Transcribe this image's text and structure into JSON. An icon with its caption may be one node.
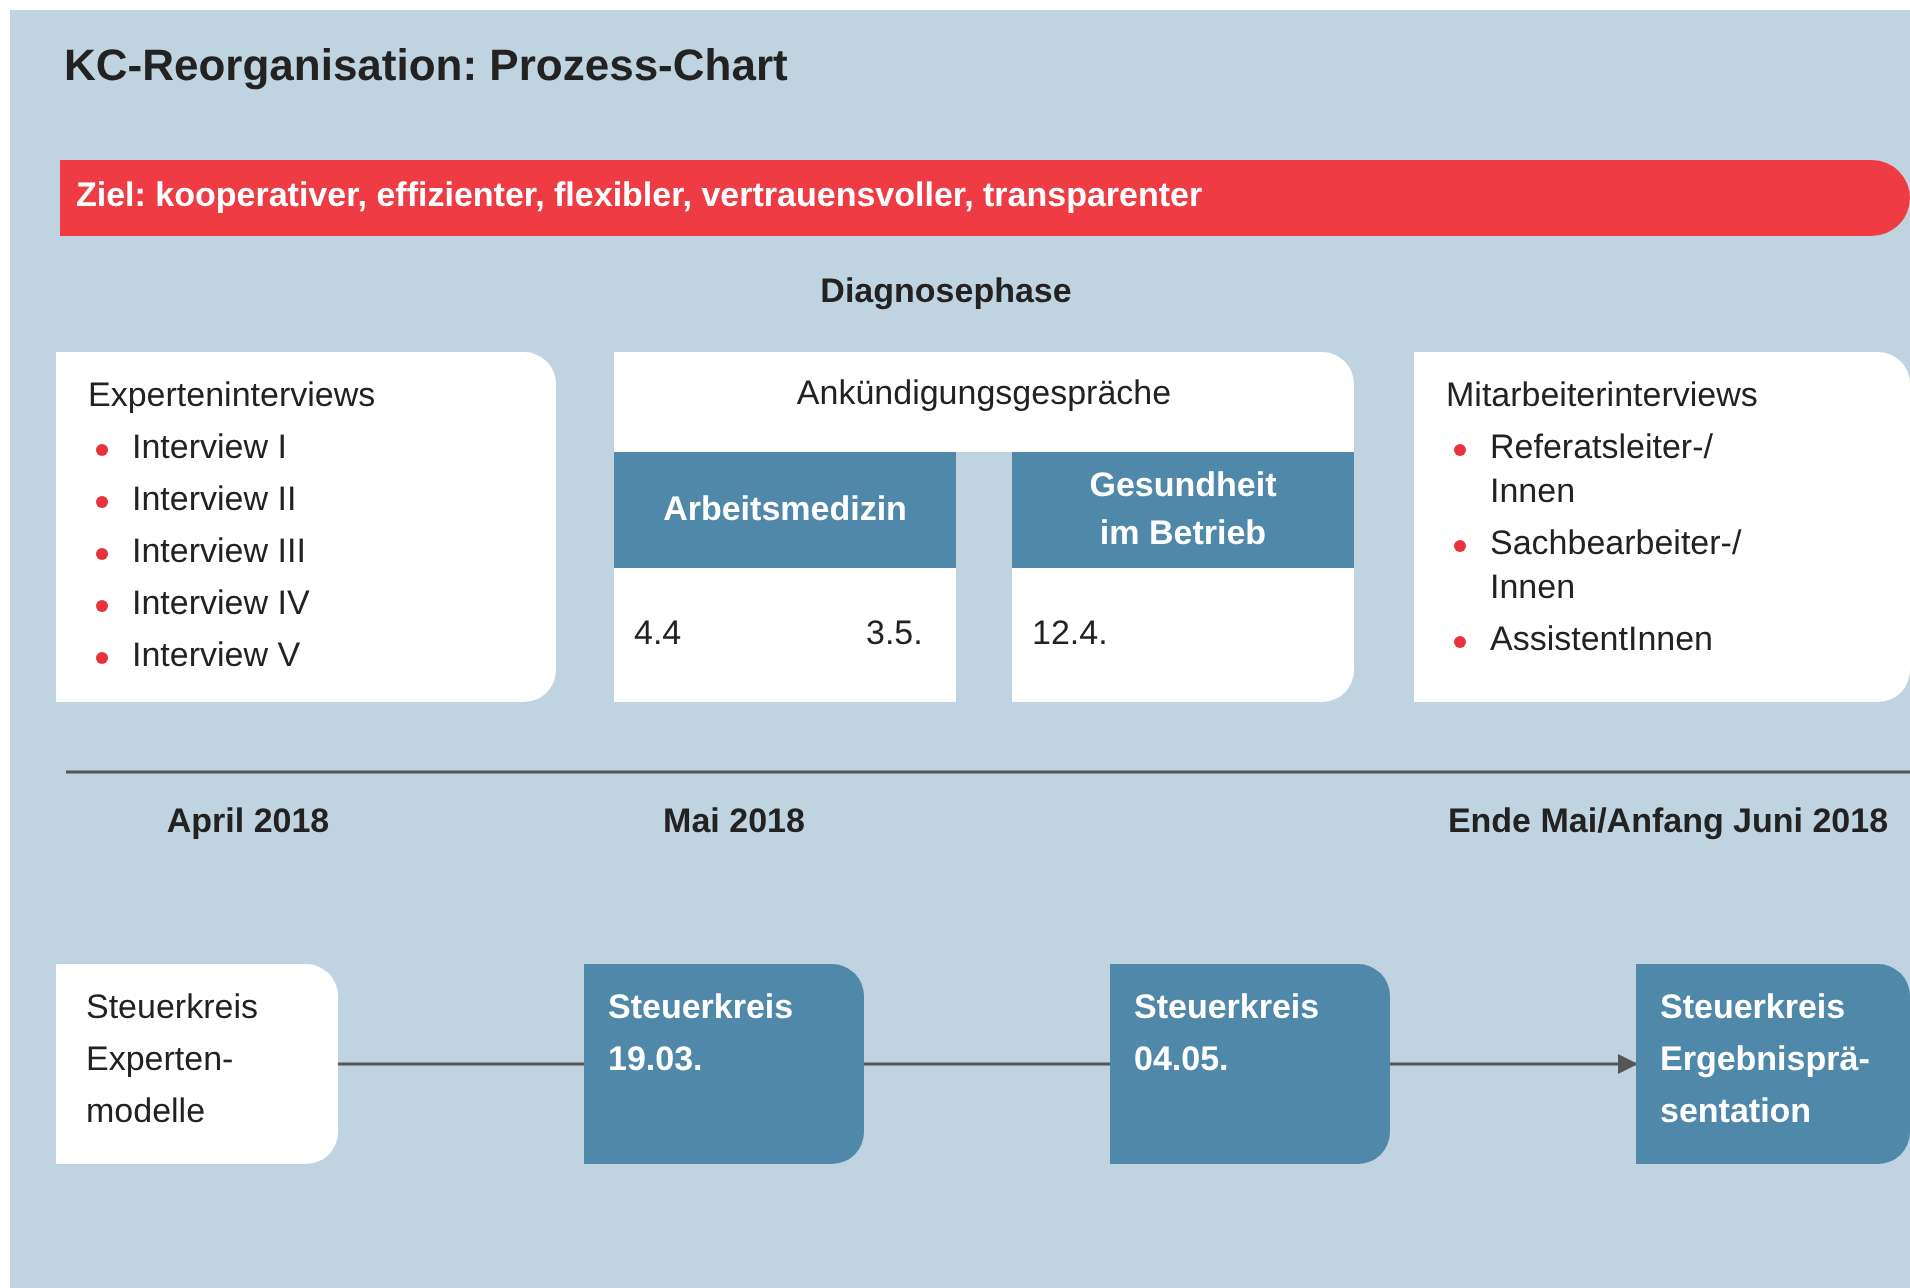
{
  "diagram": {
    "title": "KC-Reorganisation: Prozess-Chart",
    "nodes": [
      {
        "text": [
          "Ziel: kooperativer, effizienter, flexibler, vertrauensvoller, transparenter"
        ]
      },
      {
        "text": [
          "Experteninterviews",
          "Interview I",
          "Interview II",
          "Interview III",
          "Interview IV",
          "Interview V"
        ]
      },
      {
        "text": [
          "Ankündigungsgespräche"
        ]
      },
      {
        "text": [
          "Arbeitsmedizin",
          "4.4",
          "3.5."
        ],
        "in": 2
      },
      {
        "text": [
          "Gesundheit im Betrieb",
          "12.4."
        ],
        "in": 2
      },
      {
        "text": [
          "Mitarbeiterinterviews",
          "Referatsleiter-/ Innen",
          "Sachbearbeiter-/ Innen",
          "AssistentInnen"
        ]
      },
      {
        "text": [
          "Steuerkreis Experten- modelle"
        ]
      },
      {
        "text": [
          "Steuerkreis 19.03."
        ]
      },
      {
        "text": [
          "Steuerkreis 04.05."
        ]
      },
      {
        "text": [
          "Steuerkreis Ergebnisprä- sentation"
        ]
      }
    ],
    "edges": [
      {
        "from": 6,
        "to": 7,
        "arrow": "none"
      },
      {
        "from": 7,
        "to": 8,
        "arrow": "none"
      },
      {
        "from": 8,
        "to": 9,
        "arrow": "to"
      }
    ],
    "labels": [
      "Diagnosephase",
      "April 2018",
      "Mai 2018",
      "Ende Mai/Anfang Juni 2018"
    ]
  }
}
